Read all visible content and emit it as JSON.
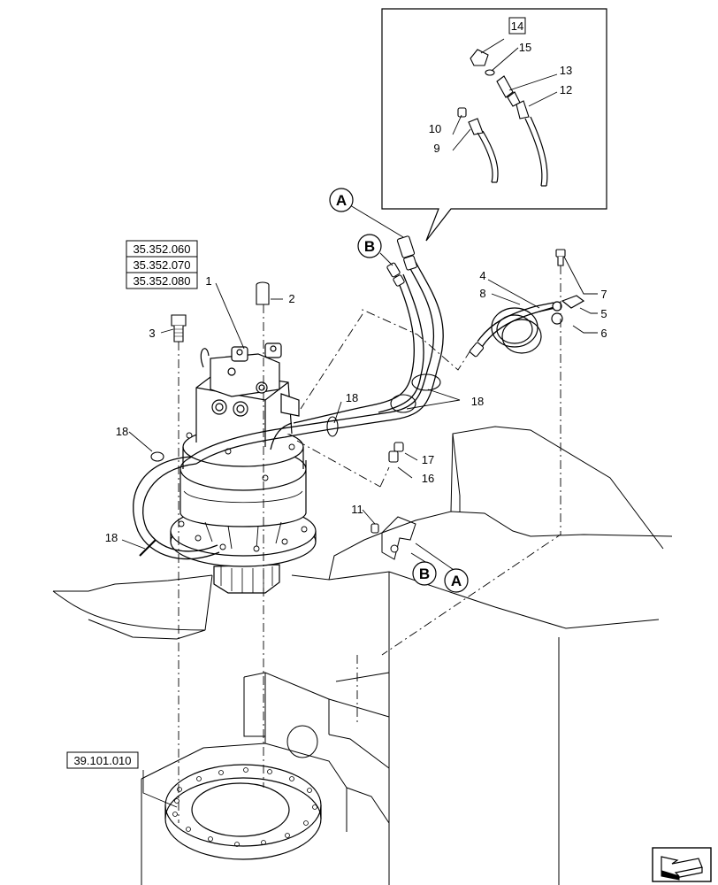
{
  "part_labels": [
    {
      "key": "p1",
      "text": "1"
    },
    {
      "key": "p2",
      "text": "2"
    },
    {
      "key": "p3",
      "text": "3"
    },
    {
      "key": "p4",
      "text": "4"
    },
    {
      "key": "p5",
      "text": "5"
    },
    {
      "key": "p6",
      "text": "6"
    },
    {
      "key": "p7",
      "text": "7"
    },
    {
      "key": "p8",
      "text": "8"
    },
    {
      "key": "p9",
      "text": "9"
    },
    {
      "key": "p10",
      "text": "10"
    },
    {
      "key": "p11",
      "text": "11"
    },
    {
      "key": "p12",
      "text": "12"
    },
    {
      "key": "p13",
      "text": "13"
    },
    {
      "key": "p14",
      "text": "14"
    },
    {
      "key": "p15",
      "text": "15"
    },
    {
      "key": "p16",
      "text": "16"
    },
    {
      "key": "p17",
      "text": "17"
    },
    {
      "key": "p18a",
      "text": "18"
    },
    {
      "key": "p18b",
      "text": "18"
    },
    {
      "key": "p18c",
      "text": "18"
    },
    {
      "key": "p18d",
      "text": "18"
    }
  ],
  "reference_boxes": [
    {
      "key": "r1",
      "text": "35.352.060"
    },
    {
      "key": "r2",
      "text": "35.352.070"
    },
    {
      "key": "r3",
      "text": "35.352.080"
    },
    {
      "key": "r4",
      "text": "39.101.010"
    }
  ],
  "connection_markers": [
    {
      "key": "mA1",
      "text": "A"
    },
    {
      "key": "mB1",
      "text": "B"
    },
    {
      "key": "mB2",
      "text": "B"
    },
    {
      "key": "mA2",
      "text": "A"
    }
  ],
  "nav_icon": "next-page-arrow-icon"
}
